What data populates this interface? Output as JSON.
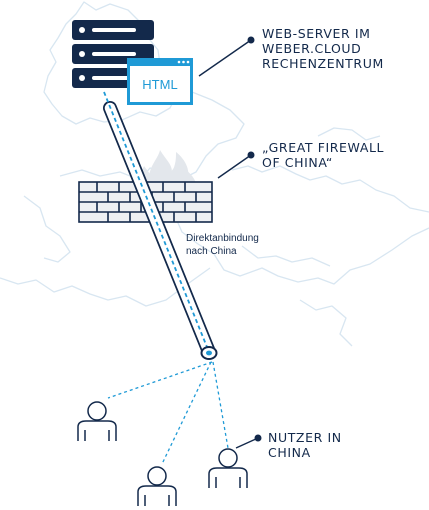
{
  "colors": {
    "navy": "#13294b",
    "accent": "#1f9ad6",
    "map_outline": "#d8e6f1",
    "flame": "#e3e7ec",
    "brick_fill": "#eef0f3"
  },
  "server": {
    "icon": "server-rack-icon",
    "window_icon": "browser-window-icon",
    "window_label": "HTML"
  },
  "callouts": {
    "webserver": [
      "WEB-SERVER IM",
      "WEBER.CLOUD",
      "RECHENZENTRUM"
    ],
    "firewall": [
      "„GREAT FIREWALL",
      "OF CHINA“"
    ],
    "users": [
      "NUTZER IN",
      "CHINA"
    ]
  },
  "connection_label": [
    "Direktanbindung",
    "nach China"
  ],
  "icons": {
    "firewall": "brick-wall-icon",
    "fire": "flame-icon",
    "tunnel": "tunnel-pipe-icon",
    "user": "user-icon"
  }
}
